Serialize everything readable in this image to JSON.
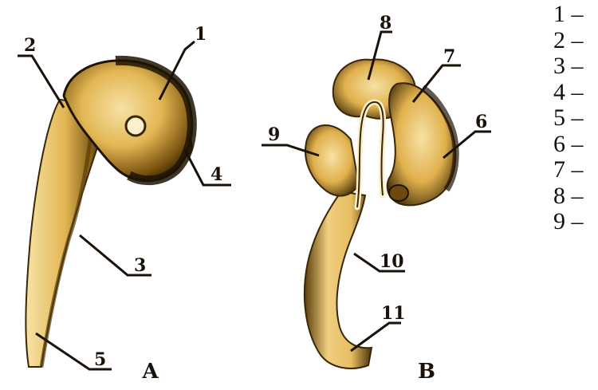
{
  "figure": {
    "panels": [
      {
        "id": "A",
        "letter": "А",
        "labels": [
          "1",
          "2",
          "3",
          "4",
          "5"
        ]
      },
      {
        "id": "B",
        "letter": "В",
        "labels": [
          "6",
          "7",
          "8",
          "9",
          "10",
          "11"
        ]
      }
    ],
    "colors": {
      "dark": "#1f1403",
      "mid": "#7a5410",
      "light": "#e2b653",
      "pale": "#f7e2a6",
      "leader": "#1a1208"
    }
  },
  "legend": {
    "items": [
      "1 –",
      "2 –",
      "3 –",
      "4 –",
      "5 –",
      "6 –",
      "7 –",
      "8 –",
      "9 –"
    ]
  }
}
